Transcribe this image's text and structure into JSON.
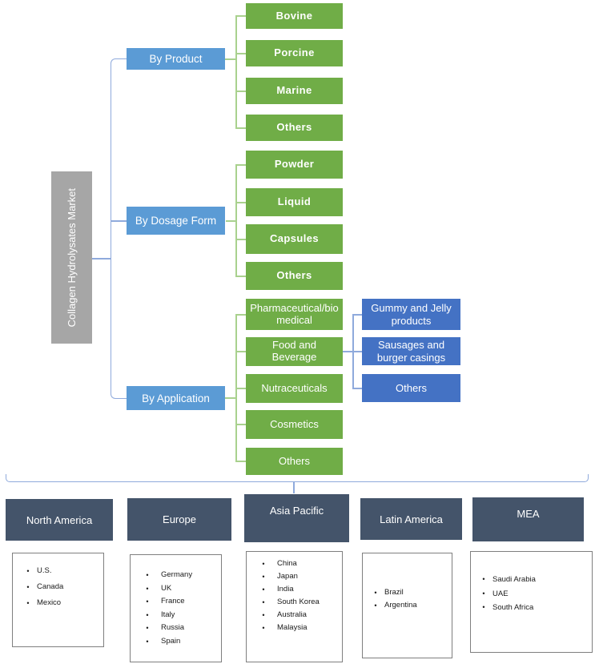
{
  "root": {
    "label": "Collagen Hydrolysates Market"
  },
  "segments": [
    {
      "label": "By Product",
      "items": [
        "Bovine",
        "Porcine",
        "Marine",
        "Others"
      ]
    },
    {
      "label": "By Dosage Form",
      "items": [
        "Powder",
        "Liquid",
        "Capsules",
        "Others"
      ]
    },
    {
      "label": "By Application",
      "items": [
        "Pharmaceutical/bio medical",
        "Food and Beverage",
        "Nutraceuticals",
        "Cosmetics",
        "Others"
      ],
      "sub_parent": "Food and Beverage",
      "sub_items": [
        "Gummy and Jelly products",
        "Sausages and burger casings",
        "Others"
      ]
    }
  ],
  "regions": [
    {
      "label": "North America",
      "countries": [
        "U.S.",
        "Canada",
        "Mexico"
      ]
    },
    {
      "label": "Europe",
      "countries": [
        "Germany",
        "UK",
        "France",
        "Italy",
        "Russia",
        "Spain"
      ]
    },
    {
      "label": "Asia Pacific",
      "countries": [
        "China",
        "Japan",
        "India",
        "South Korea",
        "Australia",
        "Malaysia"
      ]
    },
    {
      "label": "Latin America",
      "countries": [
        "Brazil",
        "Argentina"
      ]
    },
    {
      "label": "MEA",
      "countries": [
        "Saudi Arabia",
        "UAE",
        "South Africa"
      ]
    }
  ],
  "colors": {
    "segment_blue": "#5b9bd5",
    "item_green": "#70ad47",
    "sub_blue": "#4472c4",
    "region_header": "#44546a",
    "root_gray": "#a6a6a6",
    "green_line": "#a9d18e",
    "blue_line": "#8faadc"
  }
}
